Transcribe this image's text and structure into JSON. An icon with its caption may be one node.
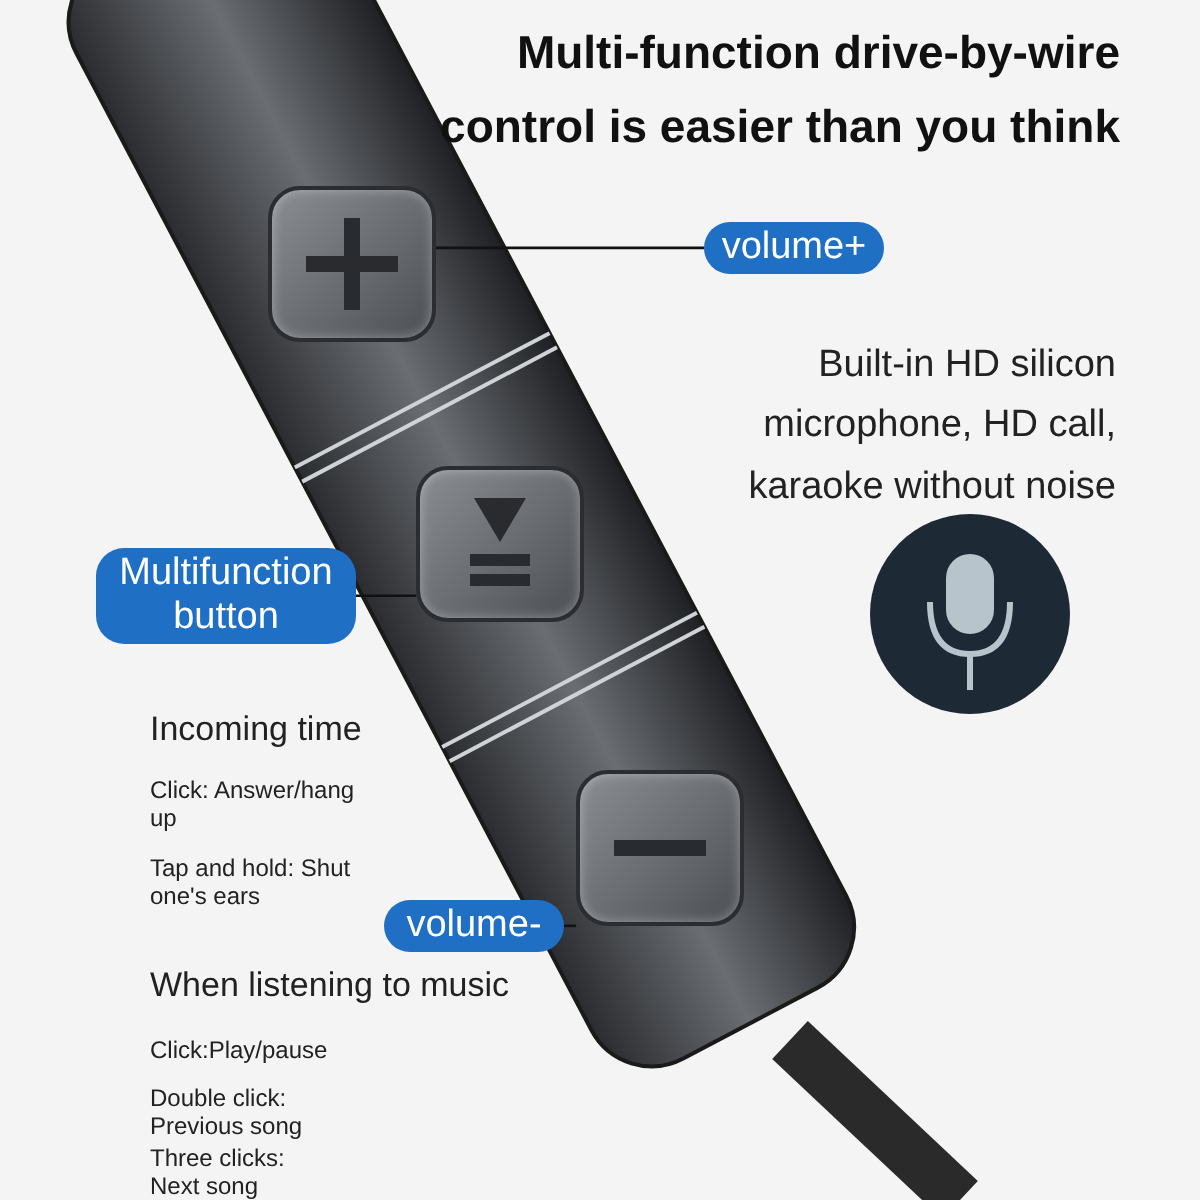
{
  "diagram": {
    "title": "Multi-function drive-by-wire control is easier than you think",
    "nodes": [
      {
        "text": [
          "volume+"
        ]
      },
      {
        "text": [],
        "shape": "box"
      },
      {
        "text": [
          "Multifunction button"
        ]
      },
      {
        "text": [],
        "shape": "box"
      },
      {
        "text": [
          "volume-"
        ]
      },
      {
        "text": [],
        "shape": "box"
      }
    ],
    "edges": [
      {
        "from": 0,
        "to": 1,
        "arrow": "none"
      },
      {
        "from": 2,
        "to": 3,
        "arrow": "none"
      },
      {
        "from": 4,
        "to": 5,
        "arrow": "none"
      }
    ],
    "labels": [
      "Built-in HD silicon microphone, HD call, karaoke without noise",
      "Incoming time",
      "Click: Answer/hang up",
      "Tap and hold: Shut one's ears",
      "When listening to music",
      "Click:Play/pause",
      "Double click: Previous song",
      "Three clicks: Next song"
    ]
  }
}
